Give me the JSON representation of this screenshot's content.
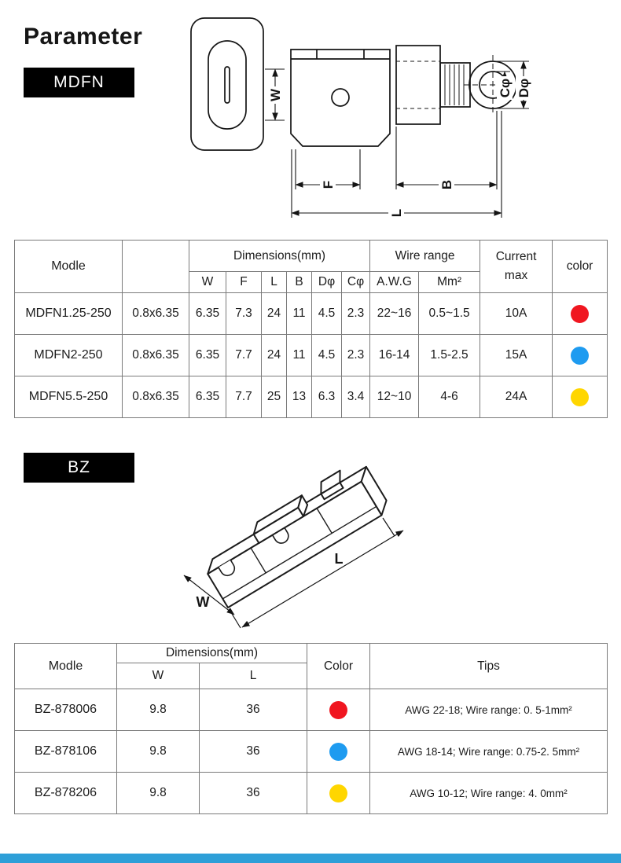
{
  "page": {
    "title": "Parameter",
    "bottom_bar_color": "#2e9fd8"
  },
  "mdfn": {
    "badge": "MDFN",
    "diagram_labels": {
      "w": "W",
      "f": "F",
      "b": "B",
      "l": "L",
      "c": "Cφ",
      "d": "Dφ"
    },
    "table": {
      "header": {
        "modle": "Modle",
        "size": "",
        "dimensions": "Dimensions(mm)",
        "dim_cols": [
          "W",
          "F",
          "L",
          "B",
          "Dφ",
          "Cφ"
        ],
        "wire_range": "Wire range",
        "wire_cols": [
          "A.W.G",
          "Mm²"
        ],
        "current_line1": "Current",
        "current_line2": "max",
        "color": "color"
      },
      "rows": [
        {
          "modle": "MDFN1.25-250",
          "size": "0.8x6.35",
          "w": "6.35",
          "f": "7.3",
          "l": "24",
          "b": "11",
          "dphi": "4.5",
          "cphi": "2.3",
          "awg": "22~16",
          "mm2": "0.5~1.5",
          "current": "10A",
          "color": "#f01620"
        },
        {
          "modle": "MDFN2-250",
          "size": "0.8x6.35",
          "w": "6.35",
          "f": "7.7",
          "l": "24",
          "b": "11",
          "dphi": "4.5",
          "cphi": "2.3",
          "awg": "16-14",
          "mm2": "1.5-2.5",
          "current": "15A",
          "color": "#1e9bf0"
        },
        {
          "modle": "MDFN5.5-250",
          "size": "0.8x6.35",
          "w": "6.35",
          "f": "7.7",
          "l": "25",
          "b": "13",
          "dphi": "6.3",
          "cphi": "3.4",
          "awg": "12~10",
          "mm2": "4-6",
          "current": "24A",
          "color": "#ffd600"
        }
      ]
    }
  },
  "bz": {
    "badge": "BZ",
    "diagram_labels": {
      "w": "W",
      "l": "L"
    },
    "table": {
      "header": {
        "modle": "Modle",
        "dimensions": "Dimensions(mm)",
        "dim_cols": [
          "W",
          "L"
        ],
        "color": "Color",
        "tips": "Tips"
      },
      "rows": [
        {
          "modle": "BZ-878006",
          "w": "9.8",
          "l": "36",
          "color": "#f01620",
          "tips": "AWG 22-18; Wire range: 0. 5-1mm²"
        },
        {
          "modle": "BZ-878106",
          "w": "9.8",
          "l": "36",
          "color": "#1e9bf0",
          "tips": "AWG 18-14; Wire range: 0.75-2. 5mm²"
        },
        {
          "modle": "BZ-878206",
          "w": "9.8",
          "l": "36",
          "color": "#ffd600",
          "tips": "AWG 10-12; Wire range: 4. 0mm²"
        }
      ]
    }
  }
}
